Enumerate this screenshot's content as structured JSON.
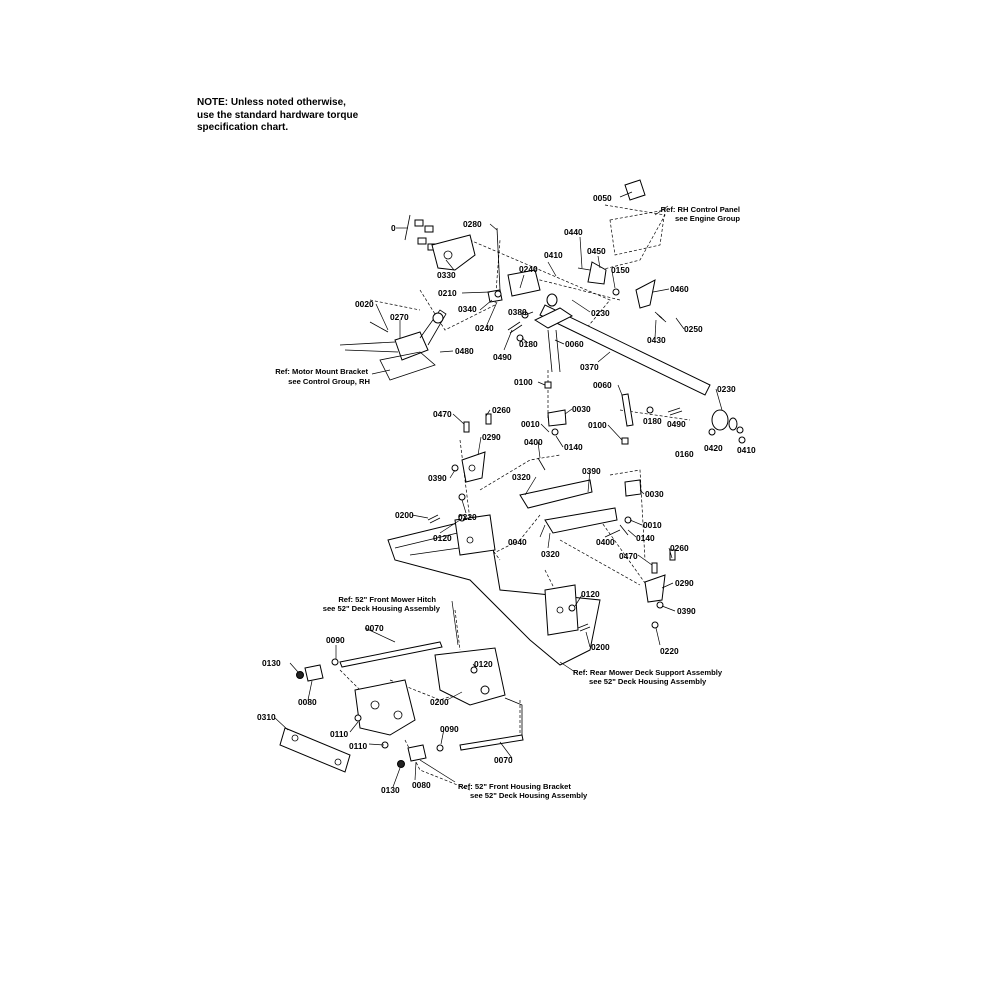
{
  "note": {
    "line1": "NOTE: Unless noted otherwise,",
    "line2": "use the standard hardware torque",
    "line3": "specification chart."
  },
  "references": {
    "rh_control_1": "Ref: RH Control Panel",
    "rh_control_2": "see Engine Group",
    "motor_mount_1": "Ref: Motor Mount Bracket",
    "motor_mount_2": "see  Control Group, RH",
    "front_hitch_1": "Ref: 52\" Front Mower Hitch",
    "front_hitch_2": "see 52\" Deck Housing Assembly",
    "rear_support_1": "Ref: Rear Mower Deck  Support Assembly",
    "rear_support_2": "see 52\" Deck Housing Assembly",
    "front_bracket_1": "Ref: 52\" Front Housing Bracket",
    "front_bracket_2": "see 52\" Deck Housing Assembly"
  },
  "labels": {
    "p0": "0",
    "p0010": "0010",
    "p0020": "0020",
    "p0030": "0030",
    "p0040": "0040",
    "p0050": "0050",
    "p0060": "0060",
    "p0070": "0070",
    "p0080": "0080",
    "p0090": "0090",
    "p0100": "0100",
    "p0110": "0110",
    "p0120": "0120",
    "p0130": "0130",
    "p0140": "0140",
    "p0150": "0150",
    "p0160": "0160",
    "p0180": "0180",
    "p0200": "0200",
    "p0210": "0210",
    "p0220": "0220",
    "p0230": "0230",
    "p0240": "0240",
    "p0250": "0250",
    "p0260": "0260",
    "p0270": "0270",
    "p0280": "0280",
    "p0290": "0290",
    "p0310": "0310",
    "p0320": "0320",
    "p0330": "0330",
    "p0340": "0340",
    "p0370": "0370",
    "p0380": "0380",
    "p0390": "0390",
    "p0400": "0400",
    "p0410": "0410",
    "p0420": "0420",
    "p0430": "0430",
    "p0440": "0440",
    "p0450": "0450",
    "p0460": "0460",
    "p0470": "0470",
    "p0480": "0480",
    "p0490": "0490"
  }
}
